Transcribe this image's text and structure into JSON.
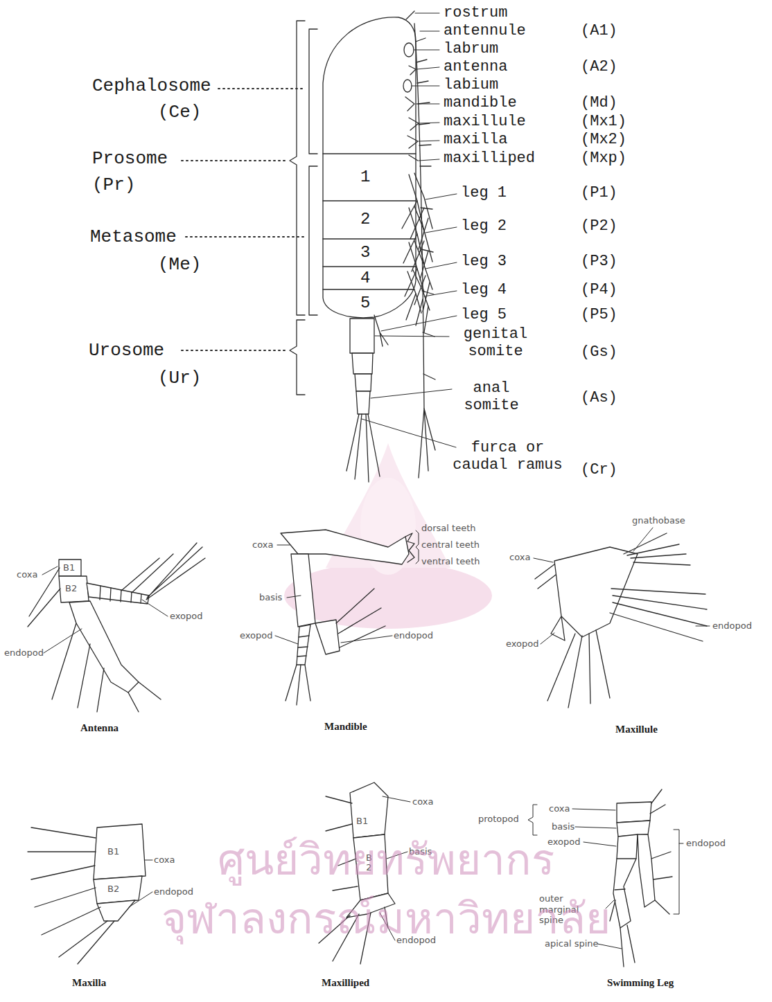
{
  "diagram": {
    "labels": [
      "rostrum",
      "antennule",
      "(A1)",
      "labrum",
      "antenna",
      "(A2)",
      "labium",
      "mandible",
      "(Md)",
      "maxillule",
      "(Mx1)",
      "maxilla",
      "(Mx2)",
      "maxilliped",
      "(Mxp)",
      "leg 1",
      "(P1)",
      "leg 2",
      "(P2)",
      "leg 3",
      "(P3)",
      "leg 4",
      "(P4)",
      "leg 5",
      "(P5)",
      "genital somite",
      "(Gs)",
      "anal somite",
      "(As)",
      "furca or caudal ramus",
      "(Cr)",
      "Cephalosome",
      "(Ce)",
      "Prosome",
      "(Pr)",
      "Metasome",
      "(Me)",
      "Urosome",
      "(Ur)",
      "1",
      "2",
      "3",
      "4",
      "5",
      "coxa",
      "B1",
      "B2",
      "exopod",
      "endopod",
      "Antenna",
      "dorsal teeth",
      "central teeth",
      "ventral teeth",
      "coxa",
      "basis",
      "exopod",
      "endopod",
      "Mandible",
      "gnathobase",
      "coxa",
      "endopod",
      "exopod",
      "Maxillule",
      "B1",
      "coxa",
      "B2",
      "endopod",
      "Maxilla",
      "coxa",
      "B1",
      "basis",
      "B 2",
      "endopod",
      "Maxilliped",
      "protopod",
      "coxa",
      "basis",
      "exopod",
      "endopod",
      "outer marginal spine",
      "apical spine",
      "Swimming Leg",
      "ศูนย์วิทยทรัพยากร",
      "จุฬาลงกรณ์มหาวิทยาลัย"
    ]
  }
}
